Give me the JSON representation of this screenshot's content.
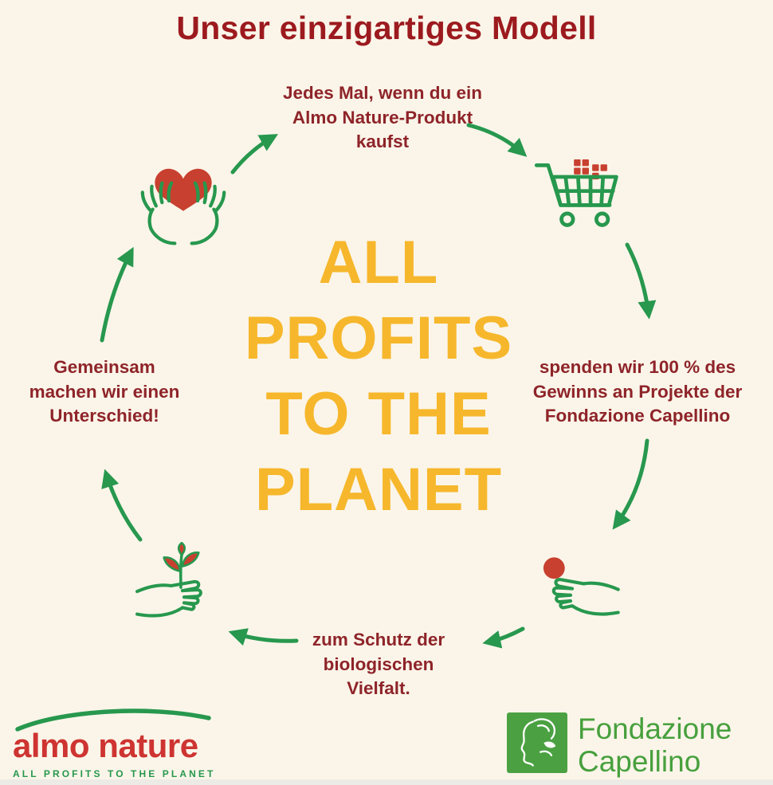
{
  "title": "Unser einzigartiges Modell",
  "steps": {
    "top": "Jedes Mal, wenn du ein\nAlmo Nature-Produkt\nkaufst",
    "right": "spenden wir 100 % des\nGewinns an Projekte der\nFondazione Capellino",
    "bottom": "zum Schutz der\nbiologischen\nVielfalt.",
    "left": "Gemeinsam\nmachen wir einen\nUnterschied!"
  },
  "center_text": {
    "line1": "ALL",
    "line2": "PROFITS",
    "line3": "TO THE",
    "line4": "PLANET"
  },
  "icons": {
    "top_left": "hands-holding-heart-icon",
    "top_right": "shopping-cart-icon",
    "bottom_right": "hand-with-coin-icon",
    "bottom_left": "hand-with-sprout-icon",
    "footer_mark": "fondazione-leaf-profile-icon",
    "footer_swoosh": "almo-swoosh-icon"
  },
  "footer": {
    "almo_nature": {
      "brand": "almo nature",
      "tagline": "ALL PROFITS TO THE PLANET"
    },
    "fondazione_capellino": {
      "line1": "Fondazione",
      "line2": "Capellino"
    }
  },
  "colors": {
    "background": "#FBF5E9",
    "title_red": "#9C1A1E",
    "step_text_red": "#8E2429",
    "center_yellow": "#F6B72C",
    "arrow_green": "#27984E",
    "accent_red": "#C8402F",
    "almo_logo_red": "#CE3431",
    "fondazione_green": "#47A03D"
  }
}
